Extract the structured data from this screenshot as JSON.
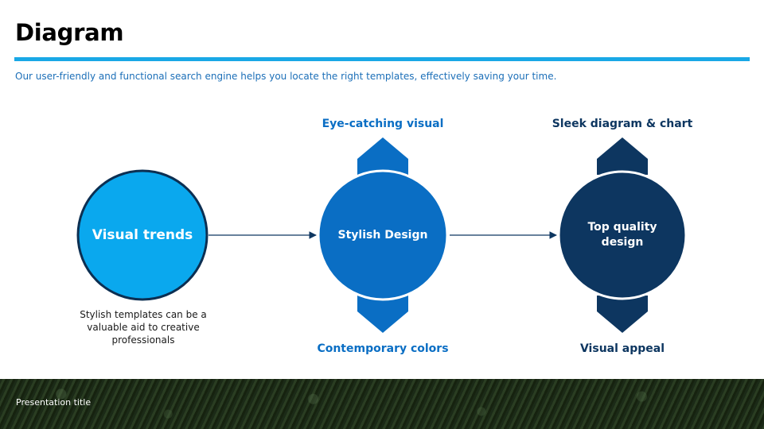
{
  "title": "Diagram",
  "subtitle": "Our user-friendly and functional search engine helps you locate the right templates, effectively saving your time.",
  "colors": {
    "rule": "#19a8e6",
    "light_blue": "#0aa8ee",
    "mid_blue": "#0a6ec4",
    "dark_navy": "#0d3660",
    "circle_outline_dark": "#0c2f52",
    "arrow": "#0d3660"
  },
  "nodes": [
    {
      "label": "Visual trends",
      "caption": "Stylish templates can be a valuable aid to creative professionals"
    },
    {
      "label": "Stylish Design",
      "top_label": "Eye-catching visual",
      "bottom_label": "Contemporary colors"
    },
    {
      "label": "Top quality design",
      "top_label": "Sleek diagram & chart",
      "bottom_label": "Visual appeal"
    }
  ],
  "footer": {
    "text": "Presentation title"
  }
}
